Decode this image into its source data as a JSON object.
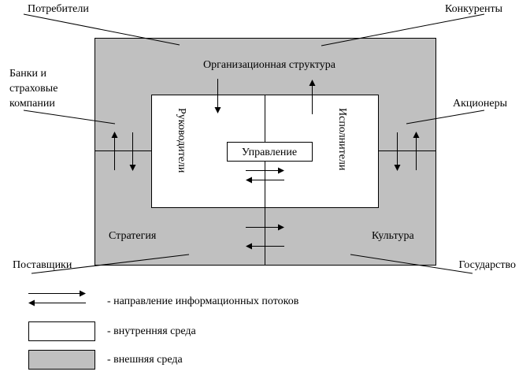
{
  "labels": {
    "consumers": "Потребители",
    "competitors": "Конкуренты",
    "banks_line1": "Банки и",
    "banks_line2": "страховые",
    "banks_line3": "компании",
    "shareholders": "Акционеры",
    "suppliers": "Поставщики",
    "state": "Государство",
    "org_structure": "Организационная структура",
    "managers": "Руководители",
    "executors": "Исполнители",
    "management": "Управление",
    "strategy": "Стратегия",
    "culture": "Культура"
  },
  "legend": {
    "info_flow": "- направление информационных потоков",
    "internal": "- внутренняя среда",
    "external": "- внешняя среда"
  },
  "colors": {
    "external": "#c0c0c0",
    "internal": "#ffffff",
    "line": "#000000"
  }
}
